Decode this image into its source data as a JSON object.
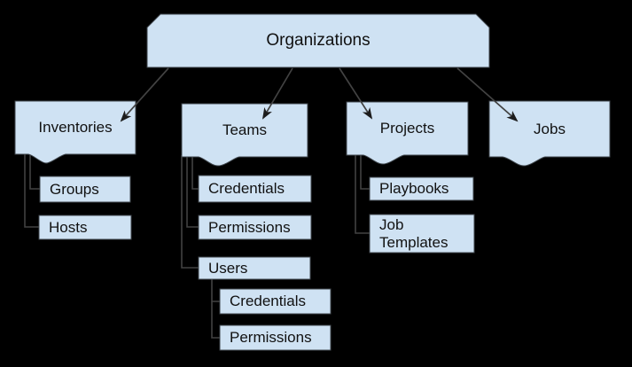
{
  "diagram": {
    "title": "Organizations hierarchy diagram",
    "colors": {
      "background": "#000000",
      "node_fill": "#cfe2f3",
      "node_border": "#3f464c",
      "text": "#111111",
      "connector": "#424242",
      "arrowhead": "#1c1c1c"
    },
    "nodes": {
      "organizations": {
        "label": "Organizations",
        "level": 1
      },
      "inventories": {
        "label": "Inventories",
        "level": 2
      },
      "teams": {
        "label": "Teams",
        "level": 2
      },
      "projects": {
        "label": "Projects",
        "level": 2
      },
      "jobs": {
        "label": "Jobs",
        "level": 2
      },
      "groups": {
        "label": "Groups",
        "level": 3,
        "parent": "Inventories"
      },
      "hosts": {
        "label": "Hosts",
        "level": 3,
        "parent": "Inventories"
      },
      "teams_credentials": {
        "label": "Credentials",
        "level": 3,
        "parent": "Teams"
      },
      "teams_permissions": {
        "label": "Permissions",
        "level": 3,
        "parent": "Teams"
      },
      "users": {
        "label": "Users",
        "level": 3,
        "parent": "Teams"
      },
      "playbooks": {
        "label": "Playbooks",
        "level": 3,
        "parent": "Projects"
      },
      "job_templates": {
        "label": "Job Templates",
        "level": 3,
        "parent": "Projects"
      },
      "users_credentials": {
        "label": "Credentials",
        "level": 4,
        "parent": "Users"
      },
      "users_permissions": {
        "label": "Permissions",
        "level": 4,
        "parent": "Users"
      }
    },
    "edges": [
      {
        "from": "organizations",
        "to": "inventories",
        "style": "arrow"
      },
      {
        "from": "organizations",
        "to": "teams",
        "style": "arrow"
      },
      {
        "from": "organizations",
        "to": "projects",
        "style": "arrow"
      },
      {
        "from": "organizations",
        "to": "jobs",
        "style": "arrow"
      },
      {
        "from": "inventories",
        "to": "groups",
        "style": "elbow"
      },
      {
        "from": "inventories",
        "to": "hosts",
        "style": "elbow"
      },
      {
        "from": "teams",
        "to": "teams_credentials",
        "style": "elbow"
      },
      {
        "from": "teams",
        "to": "teams_permissions",
        "style": "elbow"
      },
      {
        "from": "teams",
        "to": "users",
        "style": "elbow"
      },
      {
        "from": "projects",
        "to": "playbooks",
        "style": "elbow"
      },
      {
        "from": "projects",
        "to": "job_templates",
        "style": "elbow"
      },
      {
        "from": "users",
        "to": "users_credentials",
        "style": "elbow"
      },
      {
        "from": "users",
        "to": "users_permissions",
        "style": "elbow"
      }
    ]
  }
}
